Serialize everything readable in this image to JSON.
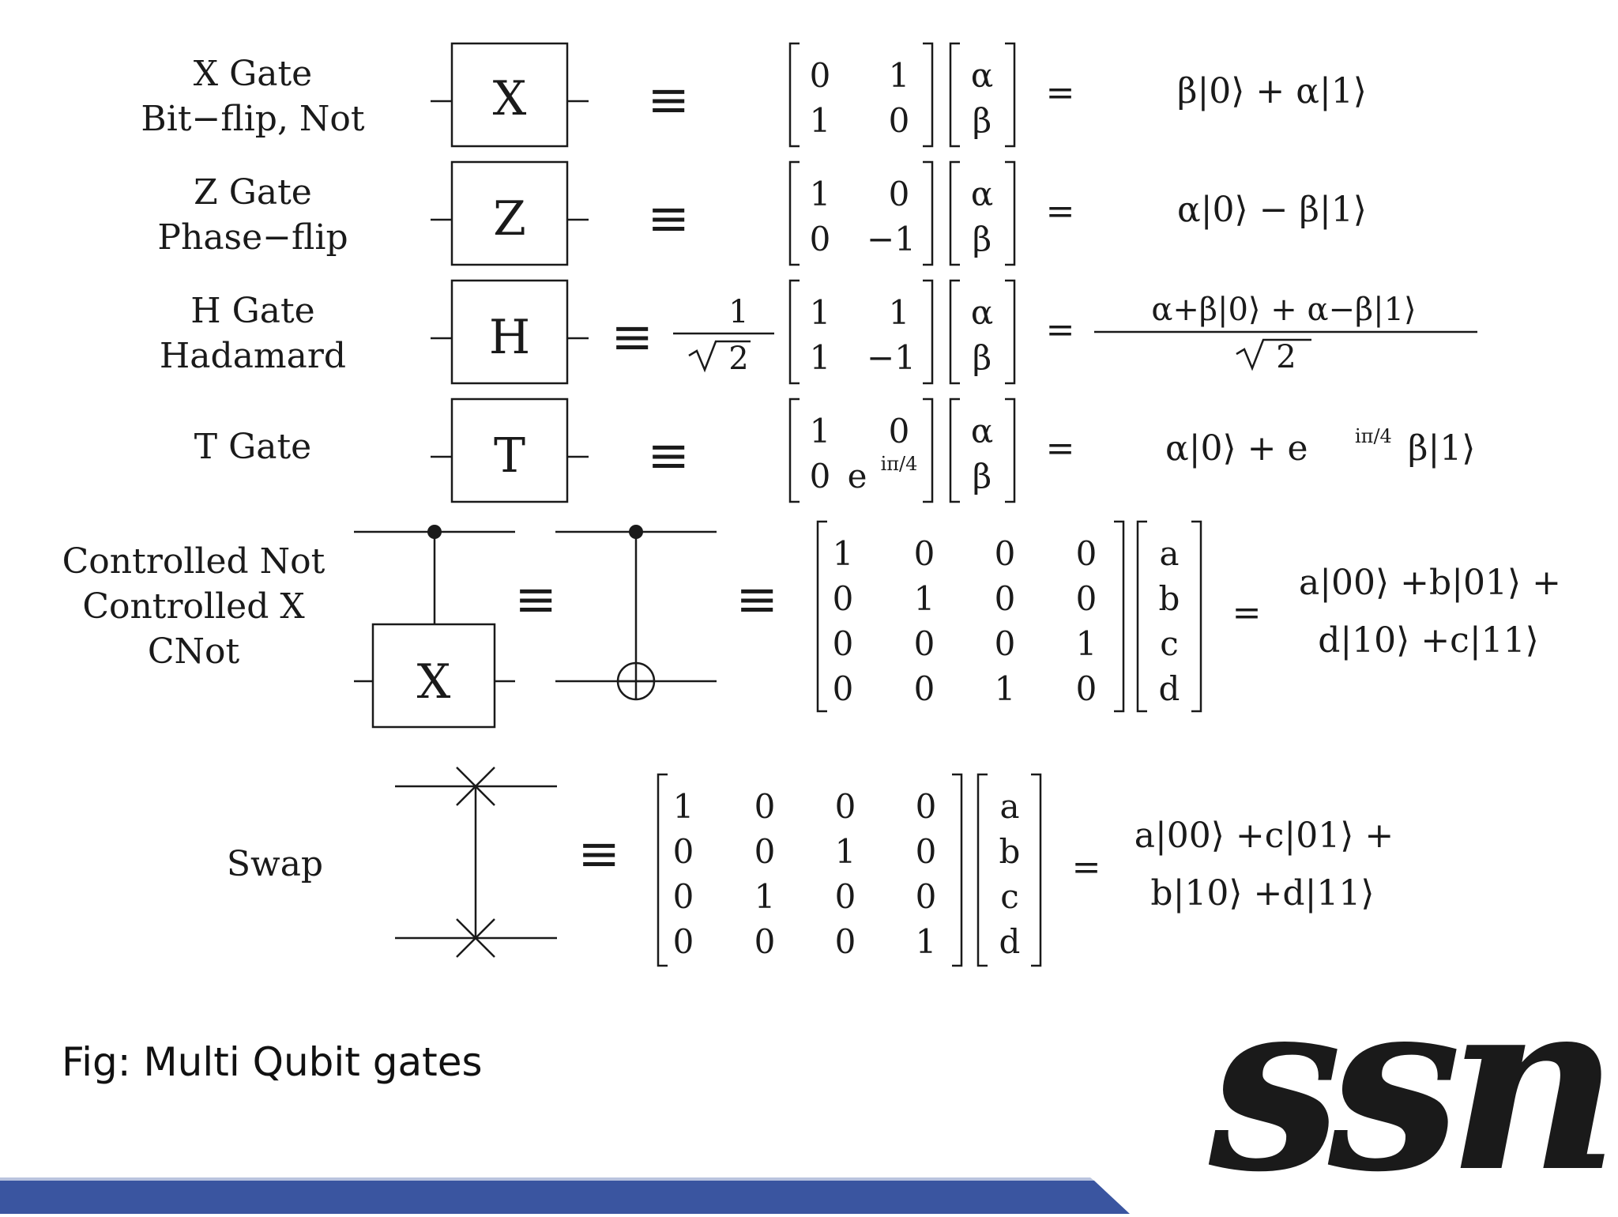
{
  "gates": [
    {
      "id": "x",
      "labels": [
        "X Gate",
        "Bit−flip, Not"
      ],
      "box": "X",
      "equiv": "≡",
      "matrix": [
        [
          "0",
          "1"
        ],
        [
          "1",
          "0"
        ]
      ],
      "vector": [
        "α",
        "β"
      ],
      "equals": "=",
      "result": "β|0⟩ + α|1⟩"
    },
    {
      "id": "z",
      "labels": [
        "Z Gate",
        "Phase−flip"
      ],
      "box": "Z",
      "equiv": "≡",
      "matrix": [
        [
          "1",
          "0"
        ],
        [
          "0",
          "−1"
        ]
      ],
      "vector": [
        "α",
        "β"
      ],
      "equals": "=",
      "result": "α|0⟩ − β|1⟩"
    },
    {
      "id": "h",
      "labels": [
        "H Gate",
        "Hadamard"
      ],
      "box": "H",
      "equiv": "≡",
      "prefactor_num": "1",
      "prefactor_den": "2",
      "matrix": [
        [
          "1",
          "1"
        ],
        [
          "1",
          "−1"
        ]
      ],
      "vector": [
        "α",
        "β"
      ],
      "equals": "=",
      "result_num": "α+β|0⟩ + α−β|1⟩",
      "result_den": "2"
    },
    {
      "id": "t",
      "labels": [
        "T Gate"
      ],
      "box": "T",
      "equiv": "≡",
      "matrix": [
        [
          "1",
          "0"
        ],
        [
          "0",
          "e"
        ]
      ],
      "phase_exp": "iπ/4",
      "vector": [
        "α",
        "β"
      ],
      "equals": "=",
      "result_a": "α|0⟩ + e",
      "result_exp": "iπ/4",
      "result_b": "β|1⟩"
    }
  ],
  "cnot": {
    "labels": [
      "Controlled Not",
      "Controlled X",
      "CNot"
    ],
    "box": "X",
    "equiv": "≡",
    "matrix": [
      [
        "1",
        "0",
        "0",
        "0"
      ],
      [
        "0",
        "1",
        "0",
        "0"
      ],
      [
        "0",
        "0",
        "0",
        "1"
      ],
      [
        "0",
        "0",
        "1",
        "0"
      ]
    ],
    "vector": [
      "a",
      "b",
      "c",
      "d"
    ],
    "equals": "=",
    "result": [
      "a|00⟩ +b|01⟩ +",
      "d|10⟩ +c|11⟩"
    ]
  },
  "swap": {
    "label": "Swap",
    "equiv": "≡",
    "matrix": [
      [
        "1",
        "0",
        "0",
        "0"
      ],
      [
        "0",
        "0",
        "1",
        "0"
      ],
      [
        "0",
        "1",
        "0",
        "0"
      ],
      [
        "0",
        "0",
        "0",
        "1"
      ]
    ],
    "vector": [
      "a",
      "b",
      "c",
      "d"
    ],
    "equals": "=",
    "result": [
      "a|00⟩ +c|01⟩ +",
      "b|10⟩ +d|11⟩"
    ]
  },
  "caption": "Fig: Multi Qubit gates",
  "logo": {
    "text": "ssn",
    "color": "#3a55a0"
  },
  "footer_color": "#3a55a0"
}
